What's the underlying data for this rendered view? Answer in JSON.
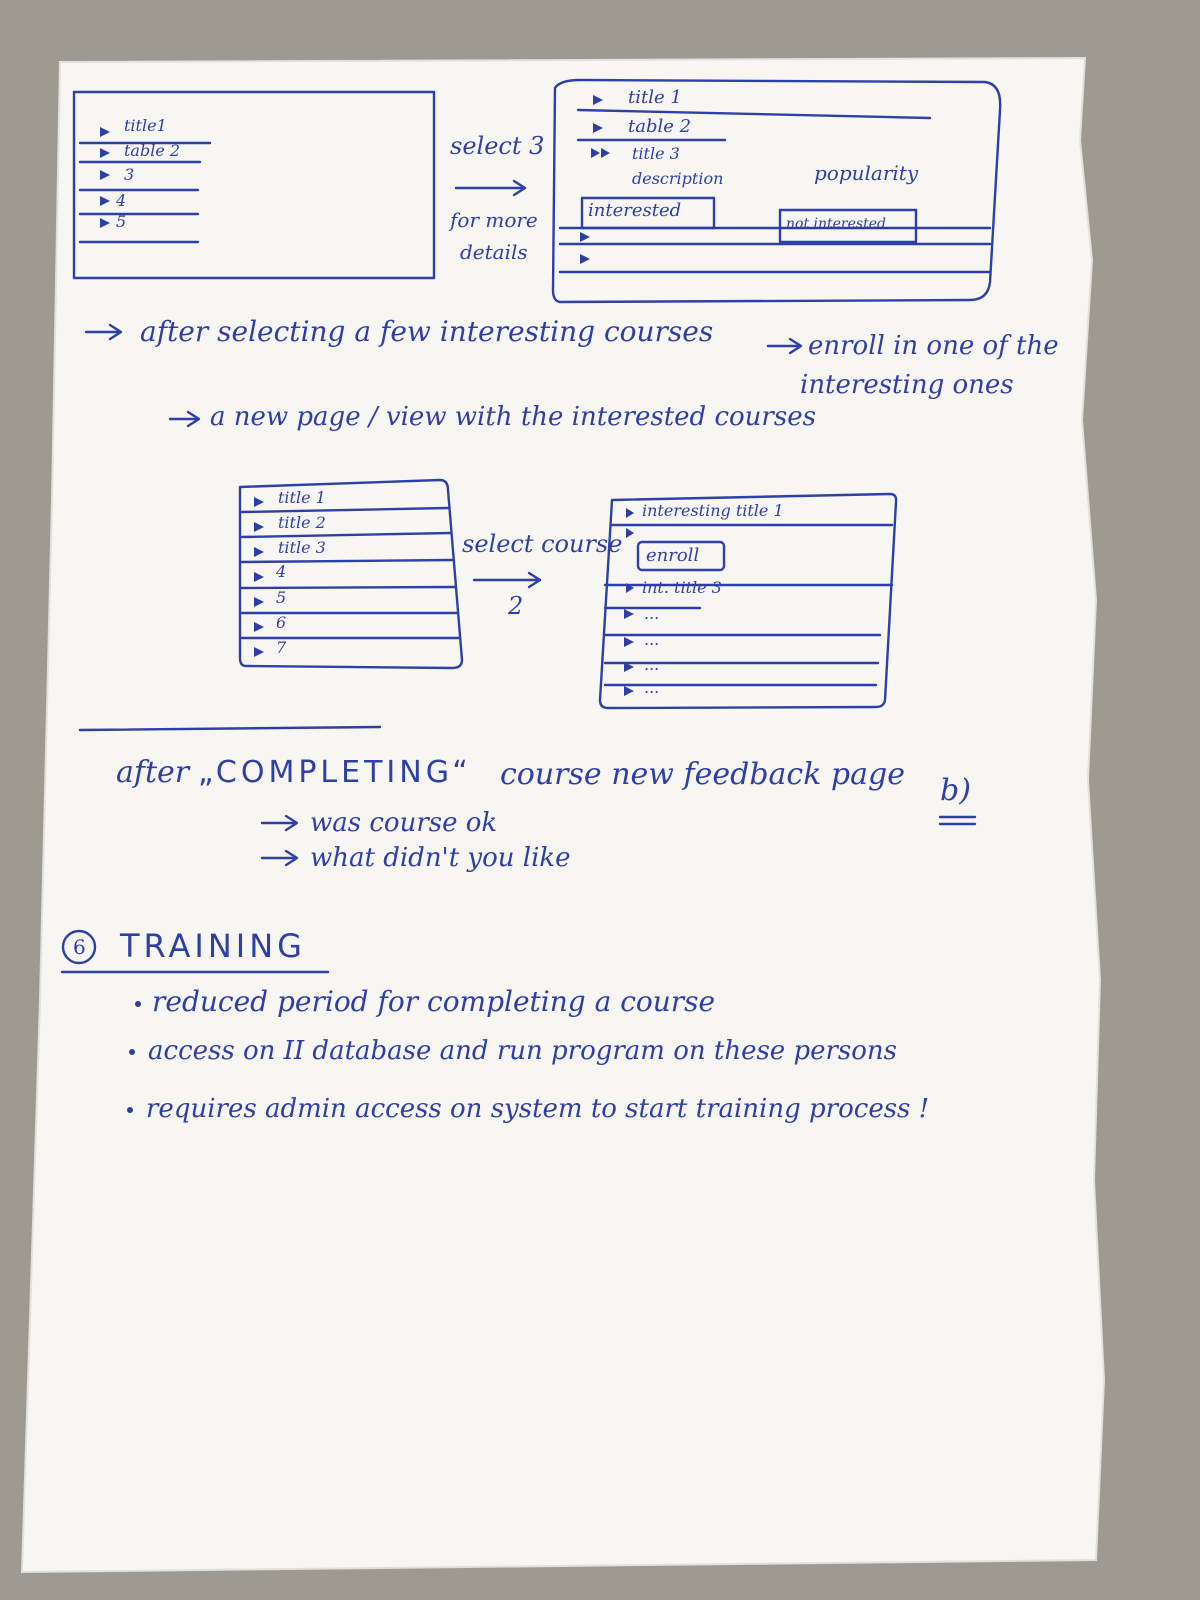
{
  "sketch1": {
    "list_rows": [
      "title1",
      "table 2",
      "3",
      "4",
      "5"
    ],
    "arrow_label_top": "select 3",
    "arrow_label_bottom_1": "for more",
    "arrow_label_bottom_2": "details",
    "detail_rows": [
      "title 1",
      "table 2",
      "title 3"
    ],
    "detail_description": "description",
    "detail_popularity": "popularity",
    "interested_button": "interested",
    "not_interested_button": "not interested"
  },
  "note_after_selecting": "after selecting a few interesting courses",
  "note_enroll_1": "enroll in one of the",
  "note_enroll_2": "interesting ones",
  "note_new_page": "a new page / view with the interested courses",
  "sketch2": {
    "list_rows": [
      "title 1",
      "title 2",
      "title 3",
      "4",
      "5",
      "6",
      "7"
    ],
    "arrow_label_top": "select course",
    "arrow_label_bottom": "2",
    "detail_first": "interesting title 1",
    "enroll_button": "enroll",
    "detail_third": "int. title 3",
    "ellipsis_rows": [
      "...",
      "...",
      "...",
      "..."
    ]
  },
  "feedback": {
    "prefix": "after",
    "completing": "„COMPLETING“",
    "rest": "course new feedback page",
    "mark": "b)",
    "bullets": [
      "was course ok",
      "what didn't you like"
    ]
  },
  "training": {
    "number": "6",
    "title": "TRAINING",
    "bullets": [
      "reduced period for completing a course",
      "access on II database and run program on these persons",
      "requires admin access on system to start training process !"
    ]
  }
}
